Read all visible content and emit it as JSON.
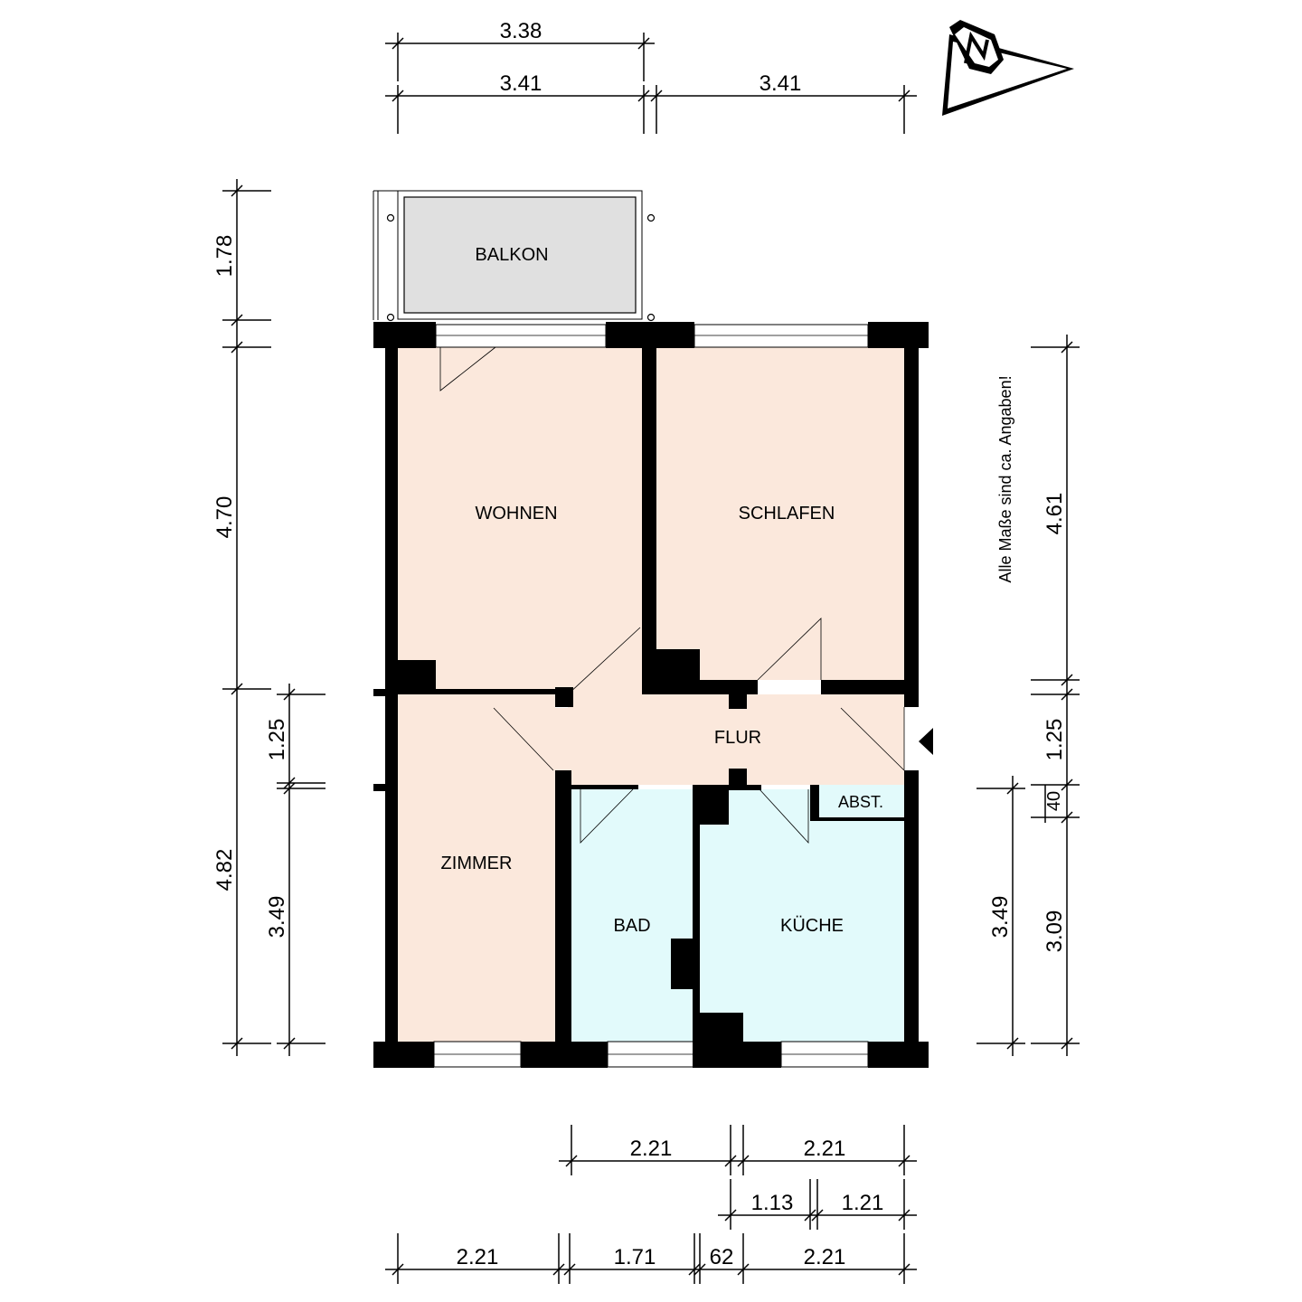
{
  "note": "Alle Maße sind ca. Angaben!",
  "colors": {
    "living": "#fbe8dc",
    "wet": "#e2fafb",
    "balcony": "#e0e0e0",
    "wall": "#000000"
  },
  "rooms": {
    "balkon": "BALKON",
    "wohnen": "WOHNEN",
    "schlafen": "SCHLAFEN",
    "flur": "FLUR",
    "zimmer": "ZIMMER",
    "bad": "BAD",
    "kueche": "KÜCHE",
    "abst": "ABST."
  },
  "dimensions": {
    "top_balcony": "3.38",
    "top_left": "3.41",
    "top_right": "3.41",
    "left_balcony": "1.78",
    "left_wohnen": "4.70",
    "left_flur": "1.25",
    "left_lower": "4.82",
    "left_zimmer": "3.49",
    "right_schlafen": "4.61",
    "right_flur": "1.25",
    "right_abst": "40",
    "right_kueche_outer": "3.49",
    "right_kueche_inner": "3.09",
    "bottom_row1_left": "2.21",
    "bottom_row1_right": "2.21",
    "bottom_row2_left": "1.13",
    "bottom_row2_right": "1.21",
    "bottom_row3_a": "2.21",
    "bottom_row3_b": "1.71",
    "bottom_row3_c": "62",
    "bottom_row3_d": "2.21"
  },
  "icons": {
    "north_arrow": "north-arrow-icon",
    "entrance": "entrance-arrow-icon"
  }
}
